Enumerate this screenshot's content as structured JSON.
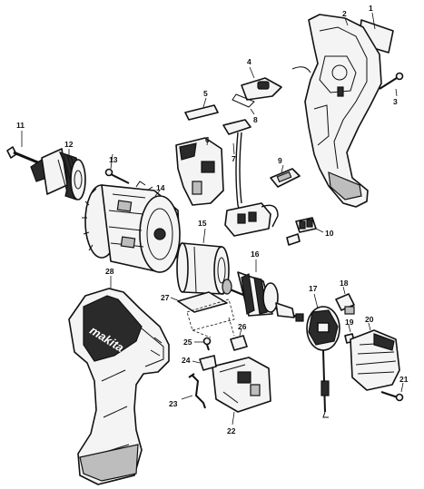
{
  "brand_text": "makita",
  "callouts": [
    {
      "id": "1",
      "label": "1"
    },
    {
      "id": "2",
      "label": "2"
    },
    {
      "id": "3",
      "label": "3"
    },
    {
      "id": "4",
      "label": "4"
    },
    {
      "id": "5",
      "label": "5"
    },
    {
      "id": "6",
      "label": "6"
    },
    {
      "id": "7",
      "label": "7"
    },
    {
      "id": "8",
      "label": "8"
    },
    {
      "id": "9",
      "label": "9"
    },
    {
      "id": "10",
      "label": "10"
    },
    {
      "id": "11",
      "label": "11"
    },
    {
      "id": "12",
      "label": "12"
    },
    {
      "id": "13",
      "label": "13"
    },
    {
      "id": "14",
      "label": "14"
    },
    {
      "id": "15",
      "label": "15"
    },
    {
      "id": "16",
      "label": "16"
    },
    {
      "id": "17",
      "label": "17"
    },
    {
      "id": "18",
      "label": "18"
    },
    {
      "id": "19",
      "label": "19"
    },
    {
      "id": "20",
      "label": "20"
    },
    {
      "id": "21",
      "label": "21"
    },
    {
      "id": "22",
      "label": "22"
    },
    {
      "id": "23",
      "label": "23"
    },
    {
      "id": "24",
      "label": "24"
    },
    {
      "id": "25",
      "label": "25"
    },
    {
      "id": "26",
      "label": "26"
    },
    {
      "id": "27",
      "label": "27"
    },
    {
      "id": "28",
      "label": "28"
    }
  ]
}
